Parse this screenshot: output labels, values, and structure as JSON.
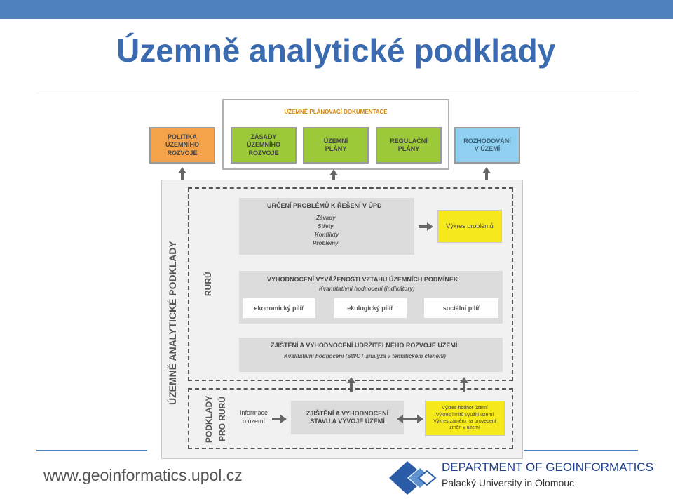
{
  "slide": {
    "title": "Územně analytické podklady"
  },
  "diagram": {
    "upd_header": "ÚZEMNĚ PLÁNOVACÍ DOKUMENTACE",
    "top_boxes": {
      "politika": [
        "POLITIKA",
        "ÚZEMNÍHO",
        "ROZVOJE"
      ],
      "zasady": [
        "ZÁSADY",
        "ÚZEMNÍHO",
        "ROZVOJE"
      ],
      "uzemni_plany": [
        "ÚZEMNÍ",
        "PLÁNY"
      ],
      "regulacni_plany": [
        "REGULAČNÍ",
        "PLÁNY"
      ],
      "rozhodovani": [
        "ROZHODOVÁNÍ",
        "V ÚZEMÍ"
      ]
    },
    "side_label": "ÚZEMNĚ ANALYTICKÉ PODKLADY",
    "ruru_label": "RURÚ",
    "podklady_label": [
      "PODKLADY",
      "PRO RURÚ"
    ],
    "urceni": {
      "title": "URČENÍ PROBLÉMŮ K ŘEŠENÍ V ÚPD",
      "items": [
        "Závady",
        "Střety",
        "Konflikty",
        "Problémy"
      ]
    },
    "vykres_problemu": "Výkres problémů",
    "vyvazenost": {
      "title": "VYHODNOCENÍ VYVÁŽENOSTI VZTAHU ÚZEMNÍCH PODMÍNEK",
      "subtitle": "Kvantitativní hodnocení (indikátory)",
      "pillars": [
        "ekonomický pilíř",
        "ekologický pilíř",
        "sociální pilíř"
      ]
    },
    "udrzitelny": {
      "title": "ZJIŠTĚNÍ A VYHODNOCENÍ UDRŽITELNÉHO ROZVOJE ÚZEMÍ",
      "subtitle": "Kvalitativní hodnocení (SWOT analýza v tématickém členění)"
    },
    "informace": [
      "Informace",
      "o území"
    ],
    "stav": [
      "ZJIŠTĚNÍ A VYHODNOCENÍ",
      "STAVU A VÝVOJE ÚZEMÍ"
    ],
    "vykresy": [
      "Výkres hodnot území",
      "Výkres limitů využití území",
      "Výkres záměru na provedení",
      "změn v území"
    ]
  },
  "footer": {
    "url": "www.geoinformatics.upol.cz",
    "department": "DEPARTMENT OF GEOINFORMATICS",
    "university": "Palacký University in Olomouc"
  },
  "colors": {
    "accent_blue": "#4f81bd",
    "title_blue": "#3a6bb1",
    "orange": "#f5a34b",
    "green": "#9bc93a",
    "light_blue": "#8fd0f0",
    "yellow": "#f6ea1c"
  }
}
